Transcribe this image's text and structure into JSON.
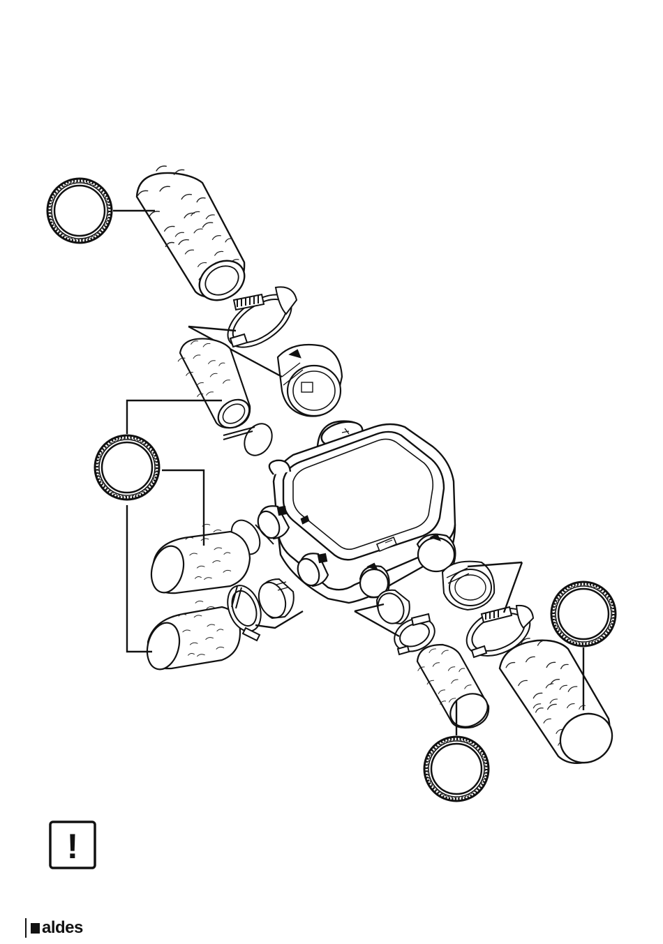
{
  "brand": {
    "name": "aldes"
  },
  "warning": {
    "symbol": "!",
    "icon": "warning-exclamation-icon"
  },
  "colors": {
    "ink": "#111111",
    "paper": "#ffffff"
  },
  "callouts": [
    {
      "name": "callout-duct-insulated-top",
      "icon": "insulated-duct-section-icon"
    },
    {
      "name": "callout-duct-insulated-left",
      "icon": "insulated-duct-section-icon"
    },
    {
      "name": "callout-duct-insulated-bottom",
      "icon": "insulated-duct-section-icon"
    },
    {
      "name": "callout-duct-insulated-right",
      "icon": "insulated-duct-section-icon"
    }
  ]
}
